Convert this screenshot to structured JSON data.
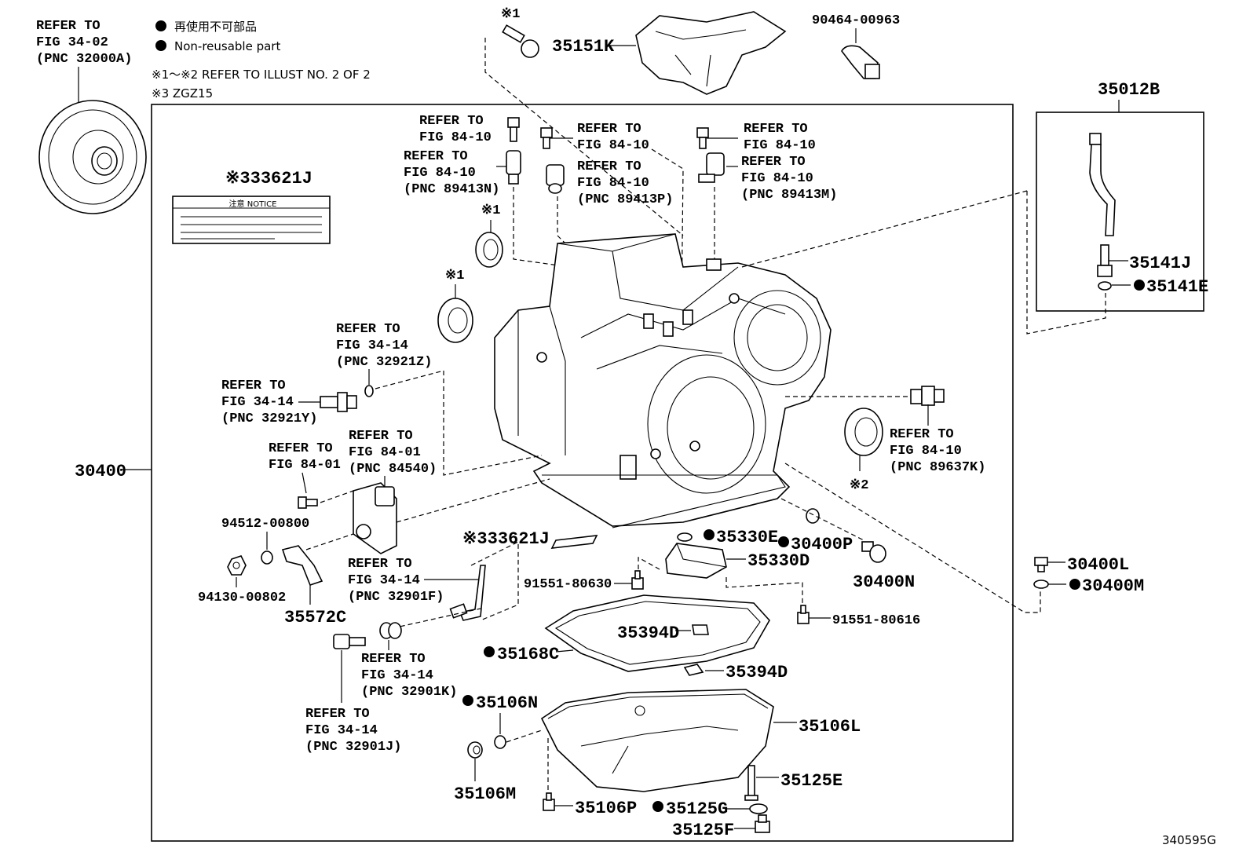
{
  "legend": {
    "line1": "再使用不可部品",
    "line2": "Non-reusable part",
    "line3": "※1～※2 REFER TO ILLUST NO. 2 OF 2",
    "line4": "※3 ZGZ15"
  },
  "figure_id": "340595G",
  "notice_plate_text": "注意 NOTICE",
  "labels": {
    "converter_ref": [
      "REFER TO",
      "FIG 34-02",
      "(PNC 32000A)"
    ],
    "main_assembly": "30400",
    "cover_35151K": "35151K",
    "clip_90464": "90464-00963",
    "mark1_top": "※1",
    "plate_33621J_top": "※333621J",
    "ref_89413N_a": [
      "REFER TO",
      "FIG 84-10"
    ],
    "ref_89413N_b": [
      "REFER TO",
      "FIG 84-10",
      "(PNC 89413N)"
    ],
    "ref_89413P_a": [
      "REFER TO",
      "FIG 84-10"
    ],
    "ref_89413P_b": [
      "REFER TO",
      "FIG 84-10",
      "(PNC 89413P)"
    ],
    "ref_89413M_a": [
      "REFER TO",
      "FIG 84-10"
    ],
    "ref_89413M_b": [
      "REFER TO",
      "FIG 84-10",
      "(PNC 89413M)"
    ],
    "mark1_seal_a": "※1",
    "mark1_seal_b": "※1",
    "ref_32921Z": [
      "REFER TO",
      "FIG 34-14",
      "(PNC 32921Z)"
    ],
    "ref_32921Y": [
      "REFER TO",
      "FIG 34-14",
      "(PNC 32921Y)"
    ],
    "ref_84-01": [
      "REFER TO",
      "FIG 84-01"
    ],
    "ref_84540": [
      "REFER TO",
      "FIG 84-01",
      "(PNC 84540)"
    ],
    "p94512": "94512-00800",
    "p94130": "94130-00802",
    "p35572C": "35572C",
    "ref_32901F": [
      "REFER TO",
      "FIG 34-14",
      "(PNC 32901F)"
    ],
    "ref_32901K": [
      "REFER TO",
      "FIG 34-14",
      "(PNC 32901K)"
    ],
    "ref_32901J": [
      "REFER TO",
      "FIG 34-14",
      "(PNC 32901J)"
    ],
    "plate_33621J_bottom": "※333621J",
    "p91551_80630": "91551-80630",
    "p35330E": "35330E",
    "p35330D": "35330D",
    "p30400P": "30400P",
    "p30400N": "30400N",
    "p91551_80616": "91551-80616",
    "p35394D_a": "35394D",
    "p35394D_b": "35394D",
    "p35168C": "35168C",
    "p35106N": "35106N",
    "p35106L": "35106L",
    "p35106M": "35106M",
    "p35106P": "35106P",
    "p35125E": "35125E",
    "p35125G": "35125G",
    "p35125F": "35125F",
    "ref_89637K": [
      "REFER TO",
      "FIG 84-10",
      "(PNC 89637K)"
    ],
    "mark2": "※2",
    "p35012B": "35012B",
    "p35141J": "35141J",
    "p35141E": "35141E",
    "p30400L": "30400L",
    "p30400M": "30400M"
  }
}
